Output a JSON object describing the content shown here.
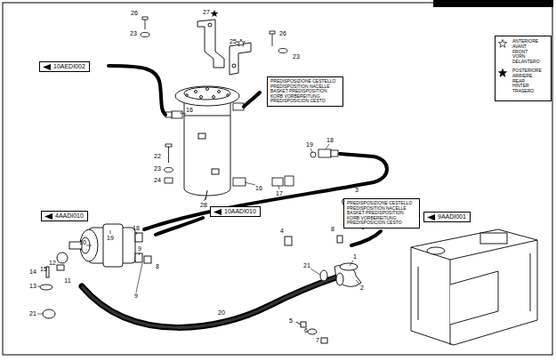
{
  "diagram": {
    "nodes": [
      {
        "text": [
          "10AEDI002"
        ]
      },
      {
        "text": [
          "PREDISPOSIZIONE CESTELLO PREDISPOSITION NACELLE BASKET PREDISPOSITION KORB VORBEREITUNG PREDISPOSICION CESTO"
        ]
      },
      {
        "text": [
          "4AADI010"
        ]
      },
      {
        "text": [
          "10AADI010"
        ]
      },
      {
        "text": [
          "PREDISPOSIZIONE CESTELLO PREDISPOSITION NACELLE BASKET PREDISPOSITION KORB VORBEREITUNG PREDISPOSICION CESTO"
        ]
      },
      {
        "text": [
          "9AADI001"
        ]
      }
    ],
    "labels": [
      "26",
      "23",
      "27",
      "25",
      "26",
      "23",
      "16",
      "22",
      "23",
      "24",
      "16",
      "17",
      "19",
      "18",
      "28",
      "10",
      "19",
      "18",
      "9",
      "8",
      "9",
      "12",
      "14",
      "15",
      "11",
      "13",
      "21",
      "20",
      "4",
      "8",
      "3",
      "1",
      "21",
      "2",
      "5",
      "6",
      "7"
    ],
    "legend": [
      {
        "text": "ANTERIORE AVANT FRONT VORN DELANTERO"
      },
      {
        "text": "POSTERIORE ARRIERE REAR HINTER TRASERO"
      }
    ]
  }
}
